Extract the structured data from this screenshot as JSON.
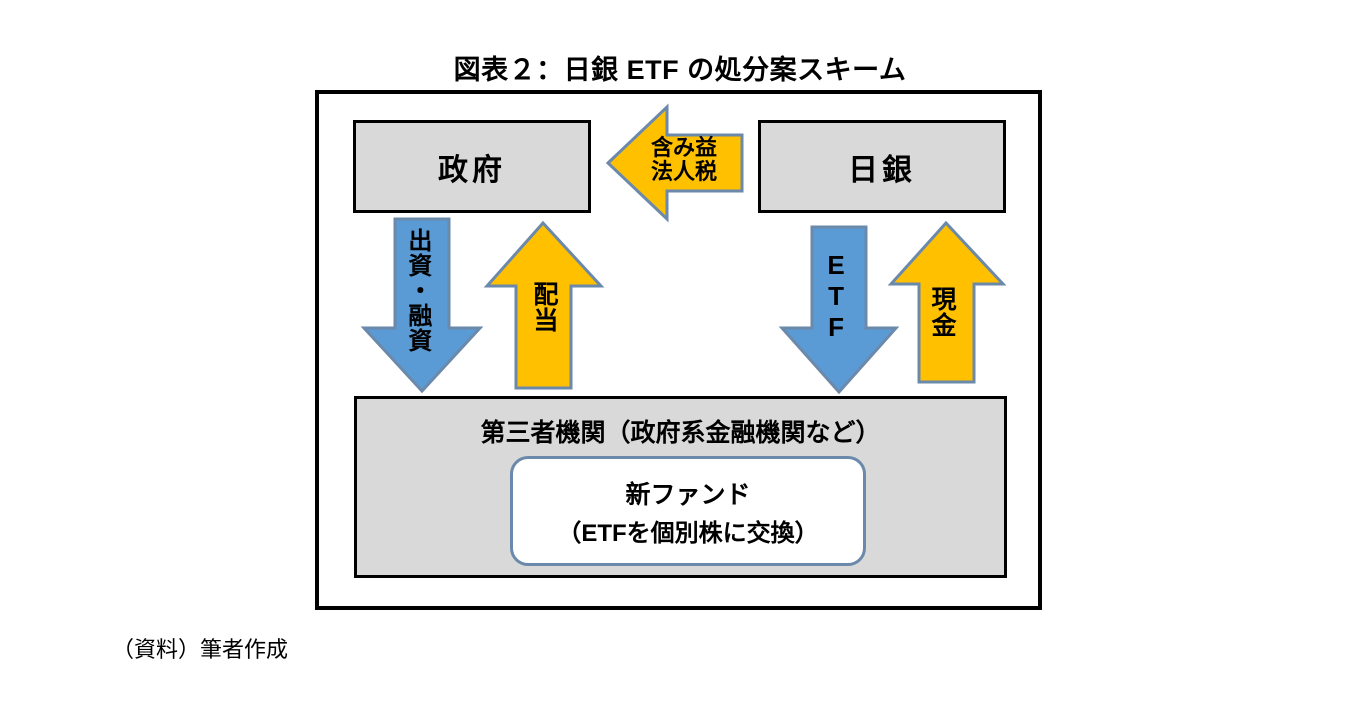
{
  "figure": {
    "title": "図表２：日銀 ETF の処分案スキーム",
    "source_note": "（資料）筆者作成"
  },
  "nodes": {
    "government": {
      "label": "政府"
    },
    "boj": {
      "label": "日銀"
    },
    "third_party": {
      "label": "第三者機関（政府系金融機関など）"
    },
    "fund": {
      "line1": "新ファンド",
      "line2": "（ETFを個別株に交換）"
    }
  },
  "flows": {
    "unrealized_gain_tax": {
      "line1": "含み益",
      "line2": "法人税",
      "direction": "left",
      "color": "#FFC000"
    },
    "investment_loan": {
      "label": "出資・融資",
      "direction": "down",
      "color": "#5B9BD5"
    },
    "dividend": {
      "label": "配当",
      "direction": "up",
      "color": "#FFC000"
    },
    "etf": {
      "label": "ETF",
      "direction": "down",
      "color": "#5B9BD5"
    },
    "cash": {
      "label": "現金",
      "direction": "up",
      "color": "#FFC000"
    }
  },
  "colors": {
    "blue_arrow": "#5B9BD5",
    "yellow_arrow": "#FFC000",
    "box_gray": "#D9D9D9",
    "arrow_stroke": "#6B89AB",
    "frame": "#000000"
  }
}
